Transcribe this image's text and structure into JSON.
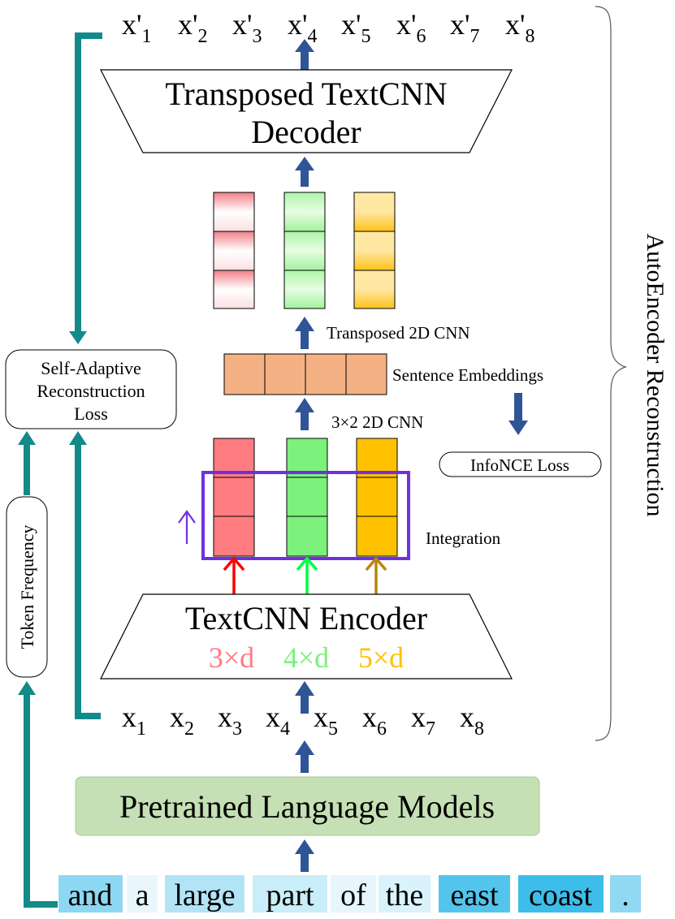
{
  "output_tokens": [
    {
      "base": "x'",
      "sub": "1"
    },
    {
      "base": "x'",
      "sub": "2"
    },
    {
      "base": "x'",
      "sub": "3"
    },
    {
      "base": "x'",
      "sub": "4"
    },
    {
      "base": "x'",
      "sub": "5"
    },
    {
      "base": "x'",
      "sub": "6"
    },
    {
      "base": "x'",
      "sub": "7"
    },
    {
      "base": "x'",
      "sub": "8"
    }
  ],
  "input_tokens": [
    {
      "base": "x",
      "sub": "1"
    },
    {
      "base": "x",
      "sub": "2"
    },
    {
      "base": "x",
      "sub": "3"
    },
    {
      "base": "x",
      "sub": "4"
    },
    {
      "base": "x",
      "sub": "5"
    },
    {
      "base": "x",
      "sub": "6"
    },
    {
      "base": "x",
      "sub": "7"
    },
    {
      "base": "x",
      "sub": "8"
    }
  ],
  "decoder": {
    "line1": "Transposed TextCNN",
    "line2": "Decoder"
  },
  "encoder": {
    "title": "TextCNN Encoder",
    "kernels": [
      "3×d",
      "4×d",
      "5×d"
    ]
  },
  "labels": {
    "transposed_2d_cnn": "Transposed 2D CNN",
    "sentence_embeddings": "Sentence Embeddings",
    "cnn_2d": "3×2 2D CNN",
    "integration": "Integration",
    "infonce": "InfoNCE Loss",
    "token_frequency": "Token Frequency",
    "autoencoder": "AutoEncoder Reconstruction"
  },
  "loss_box": {
    "line1": "Self-Adaptive",
    "line2": "Reconstruction",
    "line3": "Loss"
  },
  "plm": "Pretrained Language Models",
  "sentence_words": [
    "and",
    "a",
    "large",
    "part",
    "of",
    "the",
    "east",
    "coast",
    "."
  ],
  "colors": {
    "arrow_blue": "#2f5597",
    "teal": "#138a8a",
    "red": "#ff7c80",
    "green": "#7cf17c",
    "orange": "#ffc000",
    "embed": "#f4b183",
    "plm_fill": "#c5e0b4",
    "integration_box": "#7030a0"
  }
}
